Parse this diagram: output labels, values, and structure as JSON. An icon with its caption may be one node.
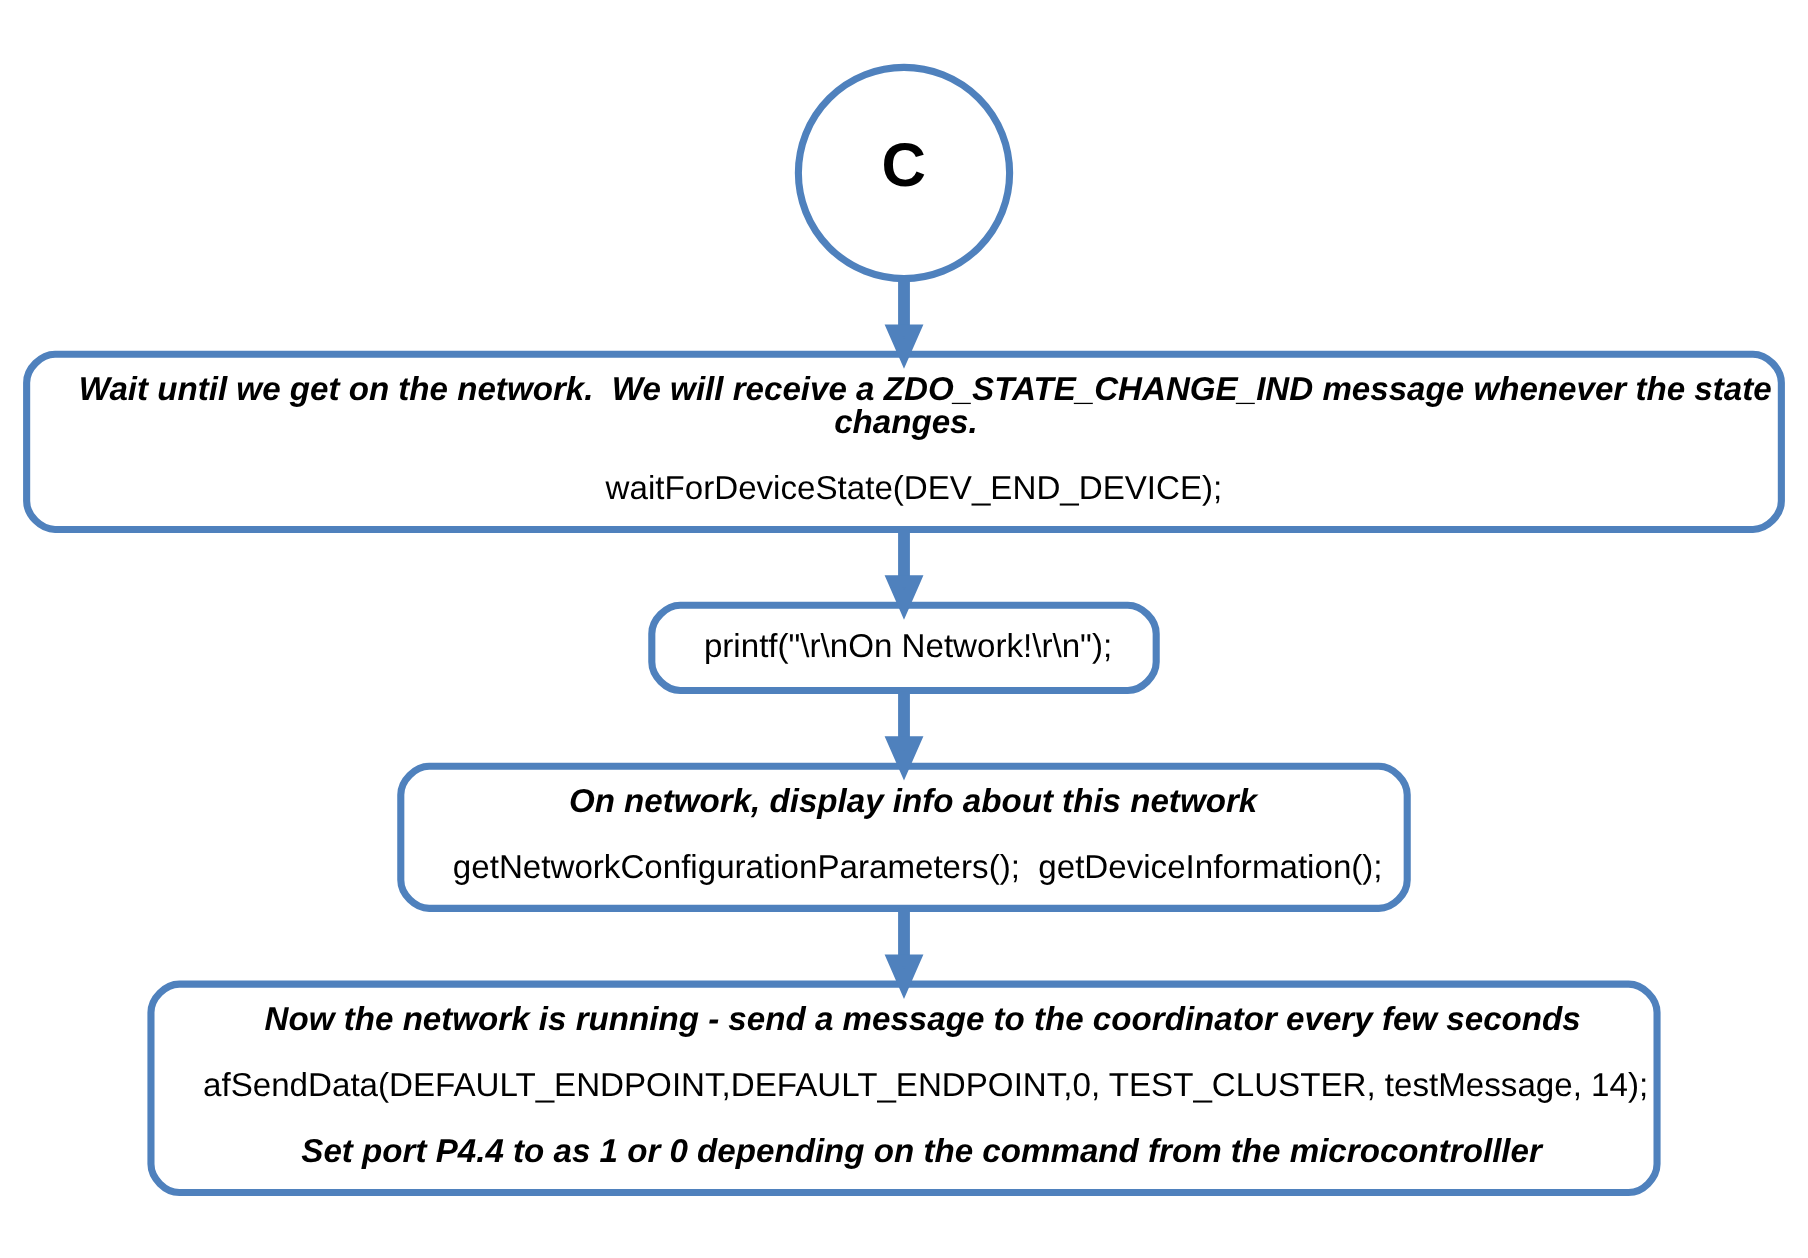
{
  "diagram": {
    "nodes": [
      {
        "text": [
          "C"
        ]
      },
      {
        "text": [
          "Wait until we get on the network.  We will receive a ZDO_STATE_CHANGE_IND message whenever the state changes.",
          "waitForDeviceState(DEV_END_DEVICE);"
        ]
      },
      {
        "text": [
          "printf(\"\\r\\nOn Network!\\r\\n\");"
        ]
      },
      {
        "text": [
          "On network, display info about this network",
          "getNetworkConfigurationParameters();  getDeviceInformation();"
        ]
      },
      {
        "text": [
          "Now the network is running - send a message to the coordinator every few seconds",
          "afSendData(DEFAULT_ENDPOINT,DEFAULT_ENDPOINT,0, TEST_CLUSTER, testMessage, 14);",
          "Set port P4.4 to as 1 or 0 depending on the command from the microcontrolller"
        ]
      }
    ],
    "edges": [
      {
        "from": 0,
        "to": 1,
        "arrow": "to"
      },
      {
        "from": 1,
        "to": 2,
        "arrow": "to"
      },
      {
        "from": 2,
        "to": 3,
        "arrow": "to"
      },
      {
        "from": 3,
        "to": 4,
        "arrow": "to"
      }
    ]
  }
}
